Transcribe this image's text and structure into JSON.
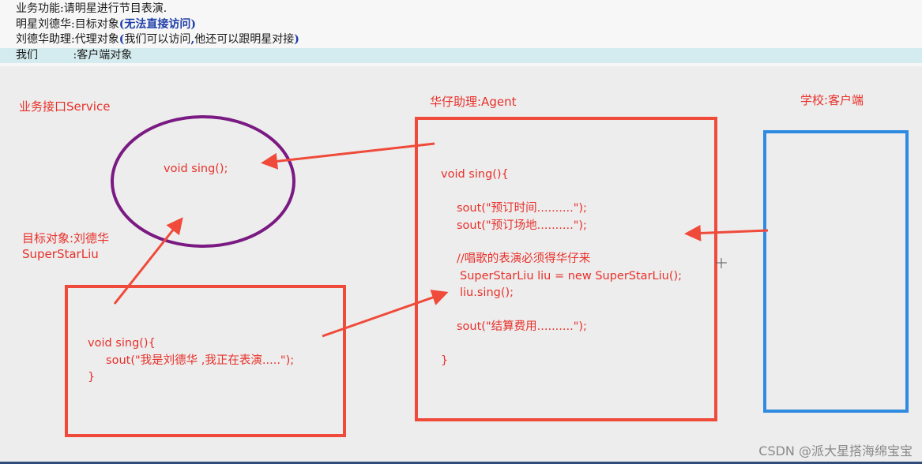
{
  "notes": {
    "line1_name": "业务功能",
    "line1_value": "请明星进行节目表演.",
    "line2_name": "明星刘德华",
    "line2_value": "目标对象",
    "line2_paren": "(无法直接访问)",
    "line3_name": "刘德华助理",
    "line3_value": "代理对象",
    "line3_paren_open": "(",
    "line3_paren_a": "我们可以访问",
    "line3_paren_comma": ",",
    "line3_paren_b": "他还可以跟明星对接",
    "line3_paren_close": ")",
    "line4_name": "我们",
    "line4_value": "客户端对象"
  },
  "service": {
    "label": "业务接口Service",
    "code": "void sing();",
    "color": "#7a1a82"
  },
  "target": {
    "label_line1": "目标对象:刘德华",
    "label_line2": "SuperStarLiu",
    "code": "void sing(){\n     sout(\"我是刘德华 ,我正在表演.....\");\n}"
  },
  "agent": {
    "label": "华仔助理:Agent",
    "code_line1": "void sing(){",
    "code_line2": "sout(\"预订时间..........\");",
    "code_line3": "sout(\"预订场地..........\");",
    "code_line4": "//唱歌的表演必须得华仔来",
    "code_line5": "SuperStarLiu liu = new SuperStarLiu();",
    "code_line6": "liu.sing();",
    "code_line7": "sout(\"结算费用..........\");",
    "code_line8": "}"
  },
  "client": {
    "label": "学校:客户端",
    "color": "#2f8be0"
  },
  "colors": {
    "accent_red": "#ef4a3a",
    "label_red": "#e8302a"
  },
  "watermark": "CSDN @派大星搭海绵宝宝"
}
